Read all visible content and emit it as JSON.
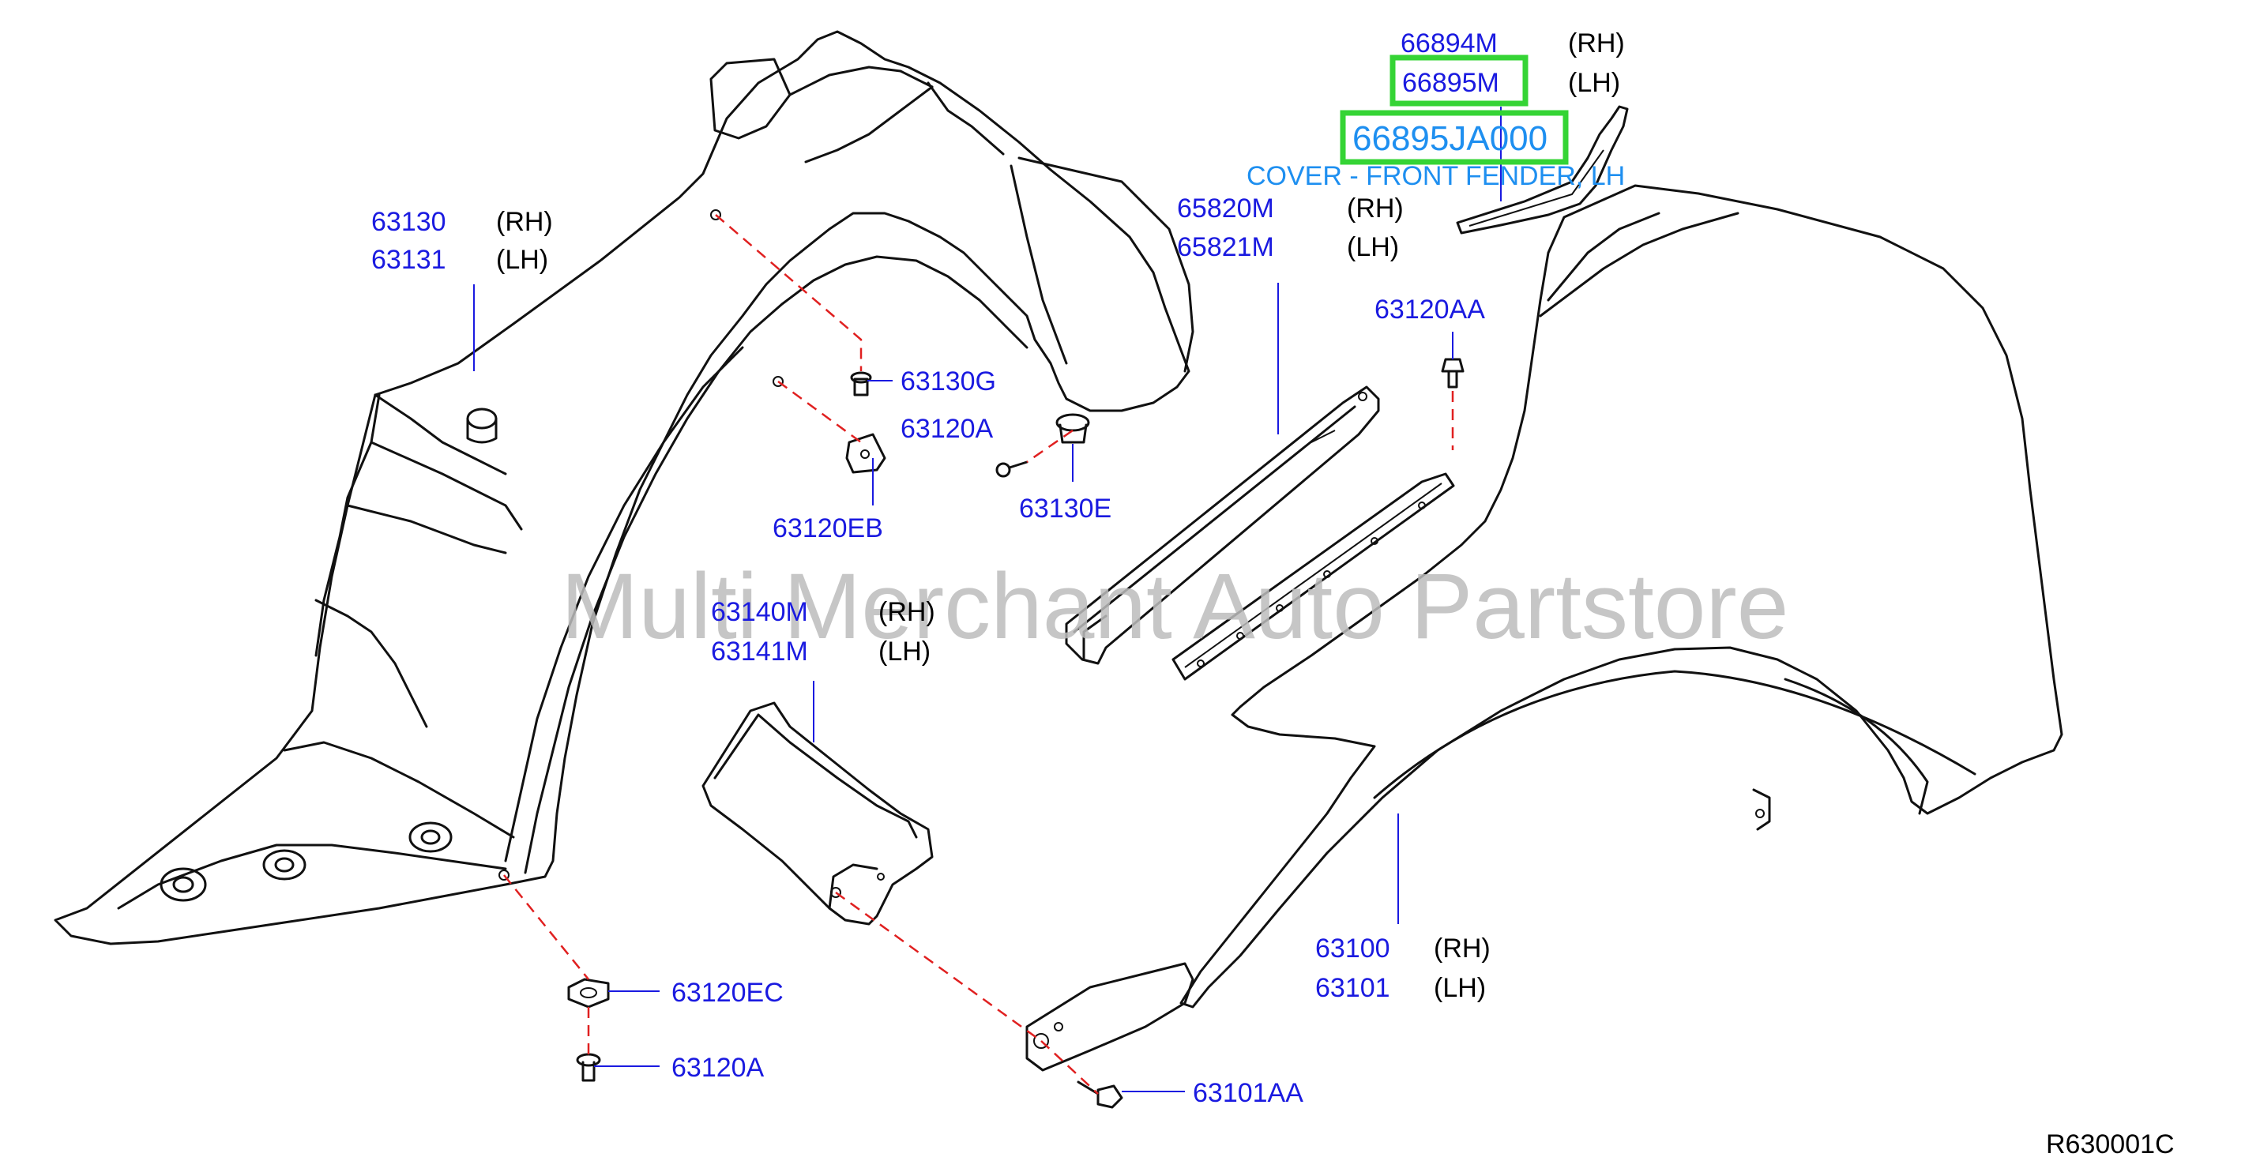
{
  "watermark": "Multi Merchant Auto Partstore",
  "diagram_code": "R630001C",
  "highlight": {
    "part_number": "66895JA000",
    "description": "COVER - FRONT FENDER, LH"
  },
  "labels": {
    "p66894M": {
      "number": "66894M",
      "side": "(RH)"
    },
    "p66895M": {
      "number": "66895M",
      "side": "(LH)"
    },
    "p65820M": {
      "number": "65820M",
      "side": "(RH)"
    },
    "p65821M": {
      "number": "65821M",
      "side": "(LH)"
    },
    "p63120AA": {
      "number": "63120AA"
    },
    "p63130": {
      "number": "63130",
      "side": "(RH)"
    },
    "p63131": {
      "number": "63131",
      "side": "(LH)"
    },
    "p63130G": {
      "number": "63130G"
    },
    "p63120A_top": {
      "number": "63120A"
    },
    "p63130E": {
      "number": "63130E"
    },
    "p63120EB": {
      "number": "63120EB"
    },
    "p63140M": {
      "number": "63140M",
      "side": "(RH)"
    },
    "p63141M": {
      "number": "63141M",
      "side": "(LH)"
    },
    "p63100": {
      "number": "63100",
      "side": "(RH)"
    },
    "p63101": {
      "number": "63101",
      "side": "(LH)"
    },
    "p63120EC": {
      "number": "63120EC"
    },
    "p63120A_bottom": {
      "number": "63120A"
    },
    "p63101AA": {
      "number": "63101AA"
    }
  },
  "colors": {
    "part_number": "#1a1ae0",
    "highlight_text": "#1e8ff0",
    "highlight_box": "#35d435",
    "dashed_line": "#e02020"
  }
}
